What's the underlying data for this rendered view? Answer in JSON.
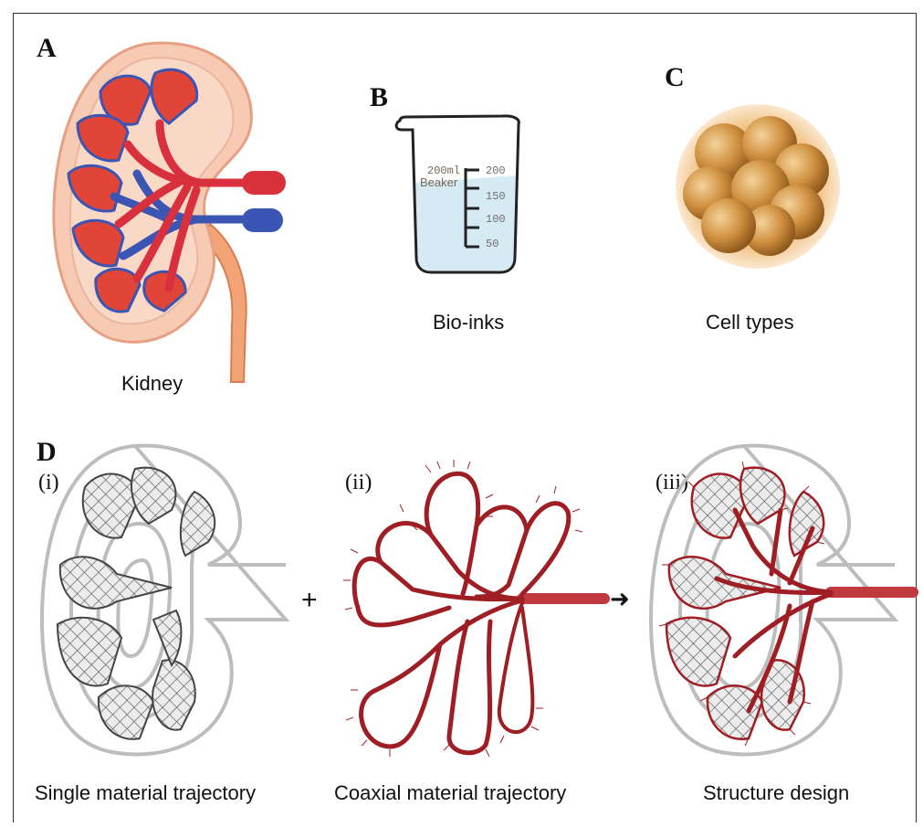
{
  "panels": {
    "a": {
      "letter": "A",
      "caption": "Kidney"
    },
    "b": {
      "letter": "B",
      "caption": "Bio-inks",
      "beaker": {
        "volume_text": "200ml",
        "label_text": "Beaker",
        "scale": [
          "200",
          "150",
          "100",
          "50"
        ]
      }
    },
    "c": {
      "letter": "C",
      "caption": "Cell types"
    },
    "d": {
      "letter": "D",
      "plus": "+",
      "items": [
        {
          "roman": "(i)",
          "caption": "Single material trajectory"
        },
        {
          "roman": "(ii)",
          "caption": "Coaxial material trajectory"
        },
        {
          "roman": "(iii)",
          "caption": "Structure design"
        }
      ]
    }
  },
  "colors": {
    "artery": "#d8303c",
    "vein": "#3b55b5",
    "vessel_dark": "#9e1e24",
    "lobe": "#e04538",
    "outline_gray": "#bdbdbd",
    "mesh": "#555555",
    "cell": "#c98a3a"
  }
}
